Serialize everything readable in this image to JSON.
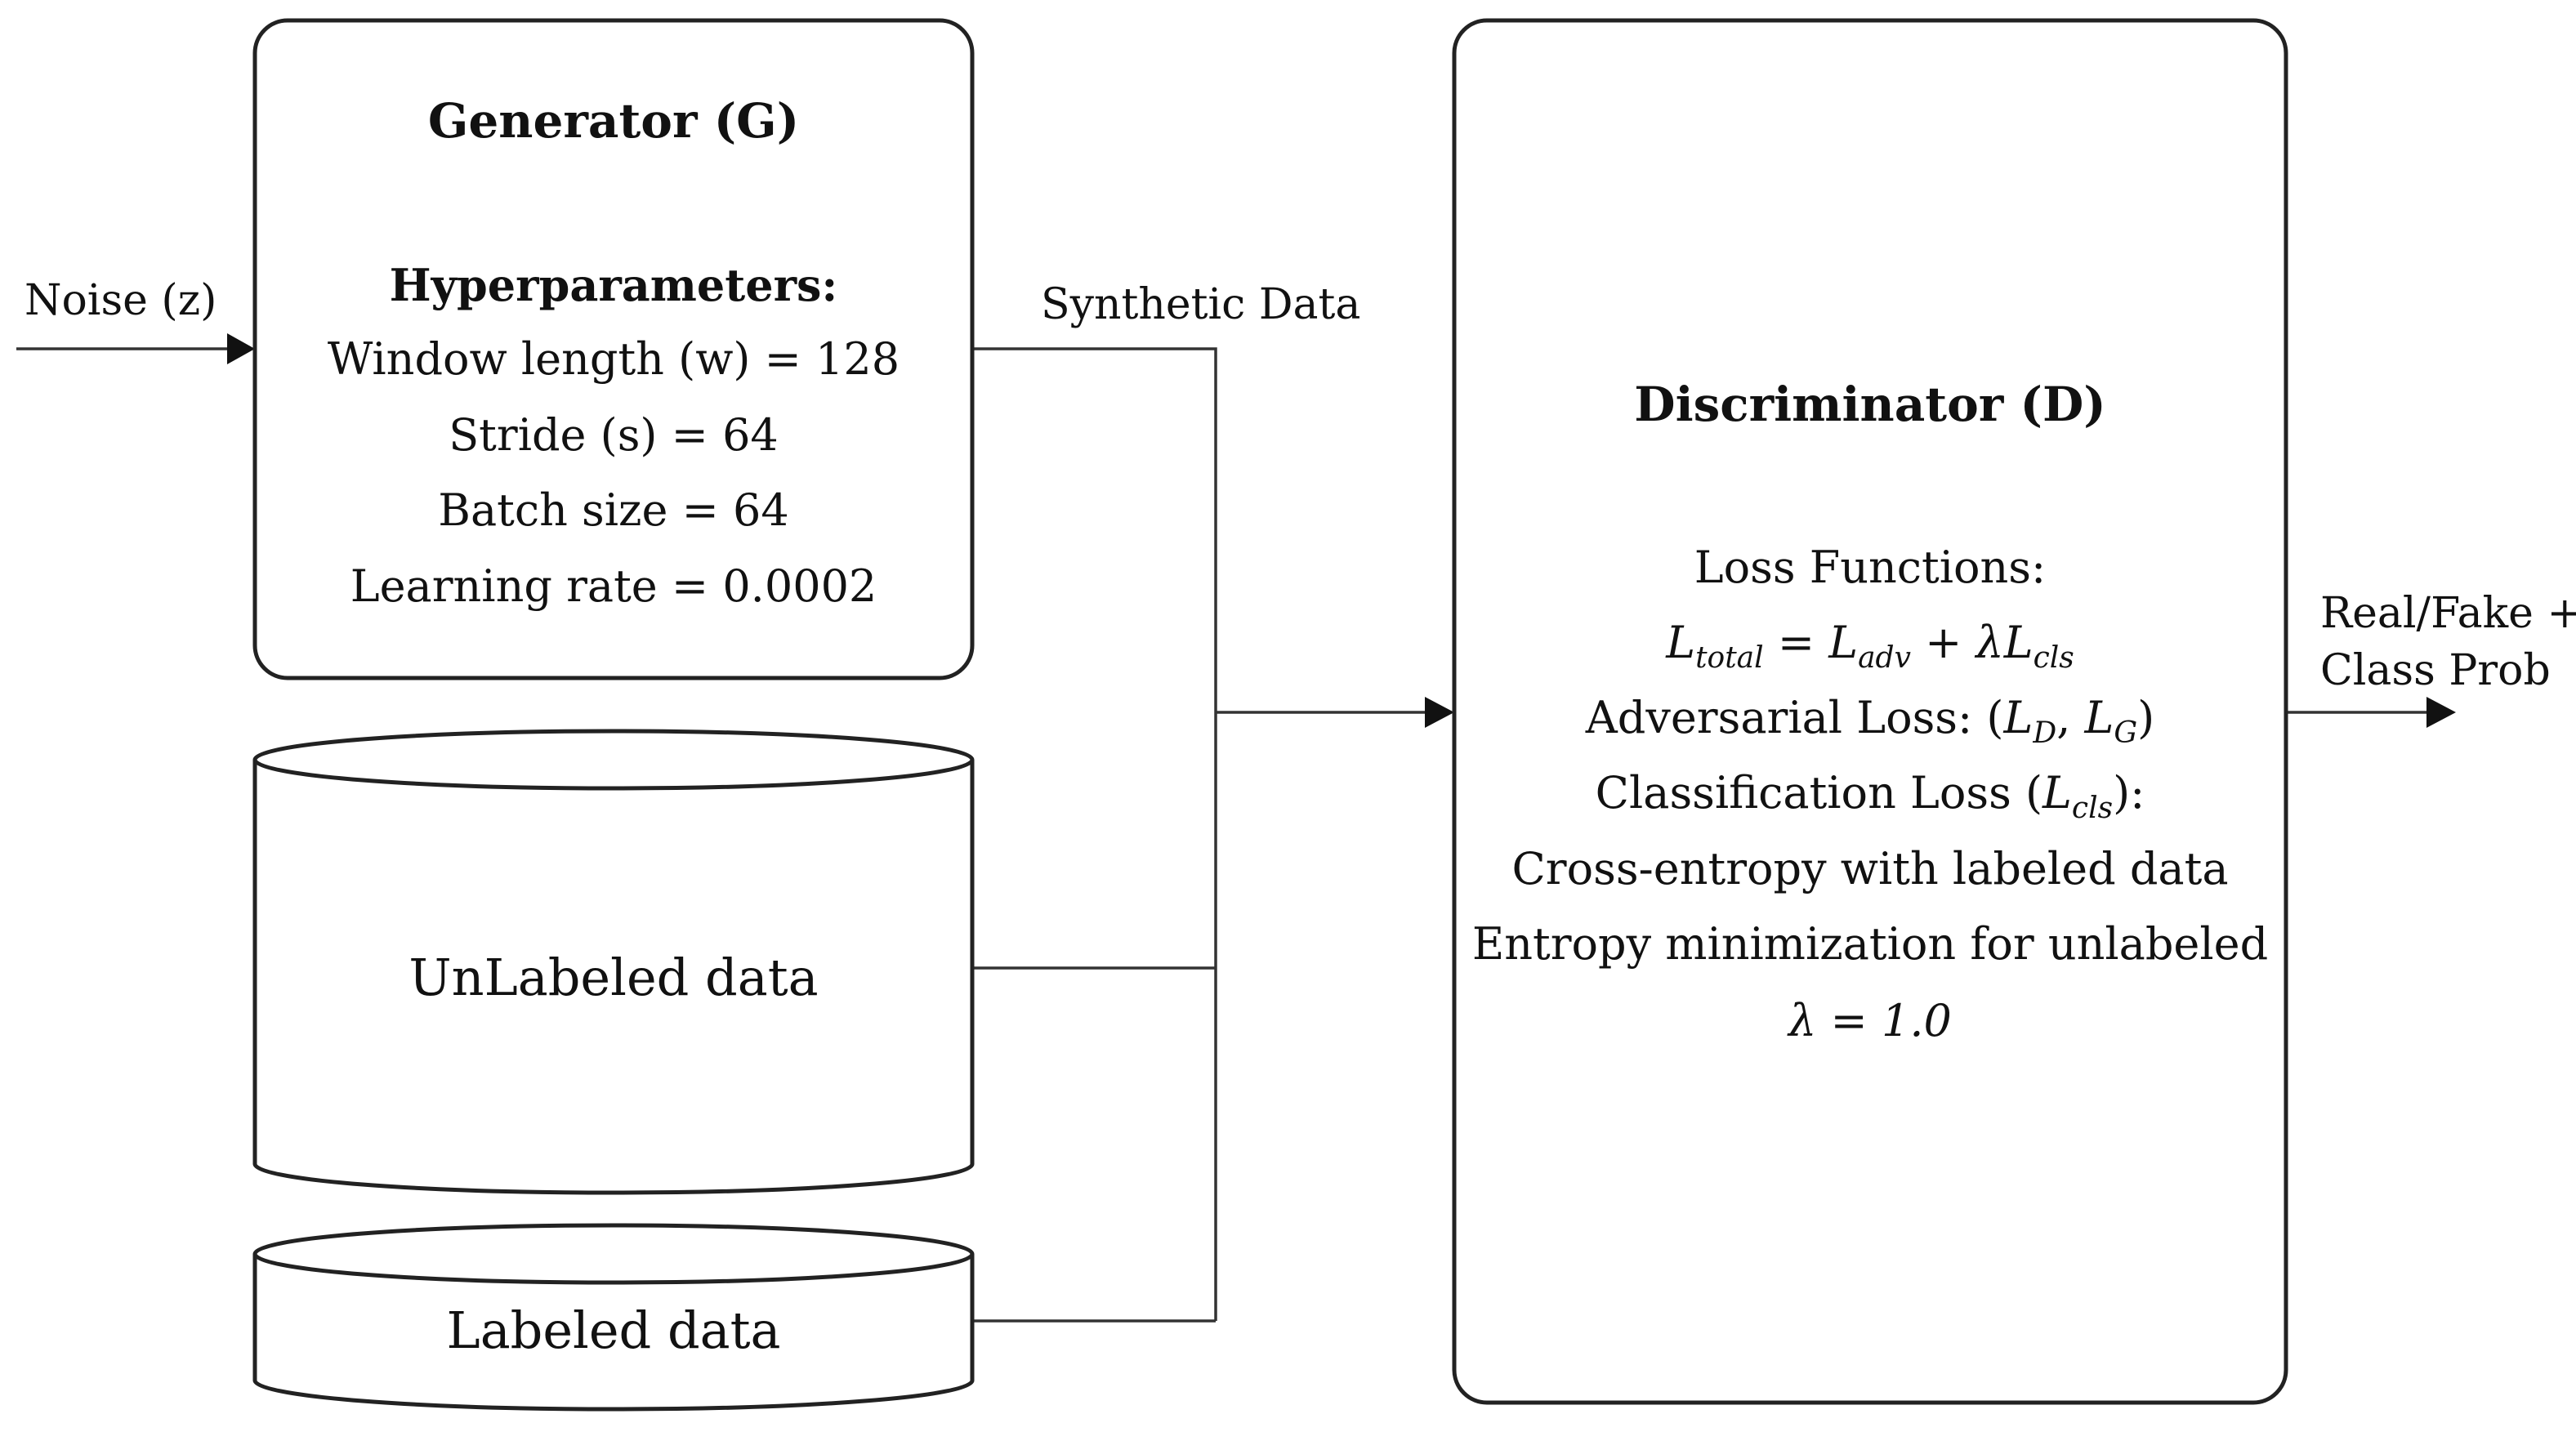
{
  "input": {
    "label": "Noise (z)"
  },
  "generator": {
    "title": "Generator (G)",
    "hyper_heading": "Hyperparameters:",
    "params": [
      "Window length (w) = 128",
      "Stride (s) = 64",
      "Batch size = 64",
      "Learning rate = 0.0002"
    ]
  },
  "datastores": {
    "unlabeled": "UnLabeled data",
    "labeled": "Labeled data"
  },
  "edges": {
    "synthetic": "Synthetic Data"
  },
  "discriminator": {
    "title": "Discriminator (D)",
    "loss_heading": "Loss Functions:",
    "eq_total": {
      "lhs": "L",
      "lhs_sub": "total",
      "op1": " = ",
      "t1": "L",
      "t1_sub": "adv",
      "op2": " + ",
      "t2": "λL",
      "t2_sub": "cls"
    },
    "adv_prefix": "Adversarial Loss: (",
    "adv_a": "L",
    "adv_a_sub": "D",
    "adv_sep": ", ",
    "adv_b": "L",
    "adv_b_sub": "G",
    "adv_suffix": ")",
    "cls_prefix": "Classification Loss (",
    "cls_l": "L",
    "cls_sub": "cls",
    "cls_suffix": "):",
    "line_ce": "Cross-entropy with labeled data",
    "line_ent": "Entropy minimization for unlabeled",
    "lambda_eq": "λ = 1.0"
  },
  "output": {
    "line1": "Real/Fake +",
    "line2": "Class Prob"
  }
}
